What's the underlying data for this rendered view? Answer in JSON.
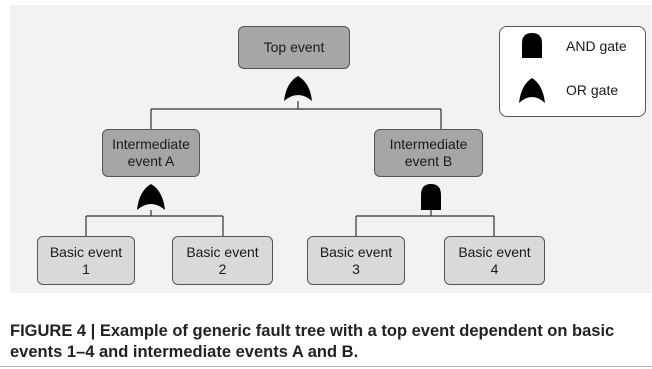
{
  "diagram": {
    "top_event": "Top event",
    "intermediate_a": "Intermediate\nevent A",
    "intermediate_b": "Intermediate\nevent B",
    "basic_events": [
      "Basic event\n1",
      "Basic event\n2",
      "Basic event\n3",
      "Basic event\n4"
    ],
    "gates": {
      "top": "OR gate",
      "intermediate_a": "OR gate",
      "intermediate_b": "AND gate"
    }
  },
  "legend": {
    "and_label": "AND gate",
    "or_label": "OR gate",
    "and_icon": "and-gate-icon",
    "or_icon": "or-gate-icon"
  },
  "caption": "FIGURE 4 | Example of generic fault tree with a top event dependent on basic events 1–4 and intermediate events A and B.",
  "colors": {
    "figure_background": "#f2f2f2",
    "event_dark": "#a6a6a6",
    "event_light": "#d9d9d9",
    "gate_fill": "#000000"
  }
}
